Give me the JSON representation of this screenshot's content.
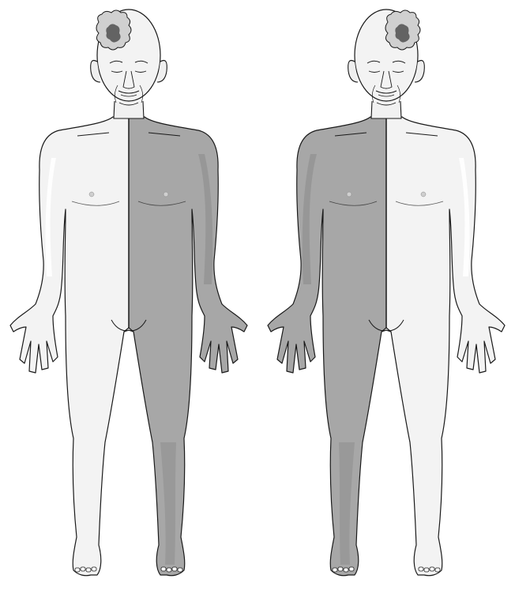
{
  "figures": [
    {
      "id": "left-figure",
      "shaded_side": "viewer-right",
      "lesion_hemisphere": "viewer-left"
    },
    {
      "id": "right-figure",
      "shaded_side": "viewer-left",
      "lesion_hemisphere": "viewer-right"
    }
  ],
  "colors": {
    "background": "#ffffff",
    "outline": "#1a1a1a",
    "skin_light": "#f3f3f3",
    "skin_highlight": "#ffffff",
    "skin_shaded": "#a7a7a7",
    "skin_shaded_dark": "#8c8c8c",
    "skin_shaded_light": "#bdbdbd",
    "lesion_fill": "#d0d0d0",
    "lesion_core": "#505050"
  },
  "icons": {
    "lesion": "brain-lesion-icon",
    "midline": "midline-divider"
  }
}
